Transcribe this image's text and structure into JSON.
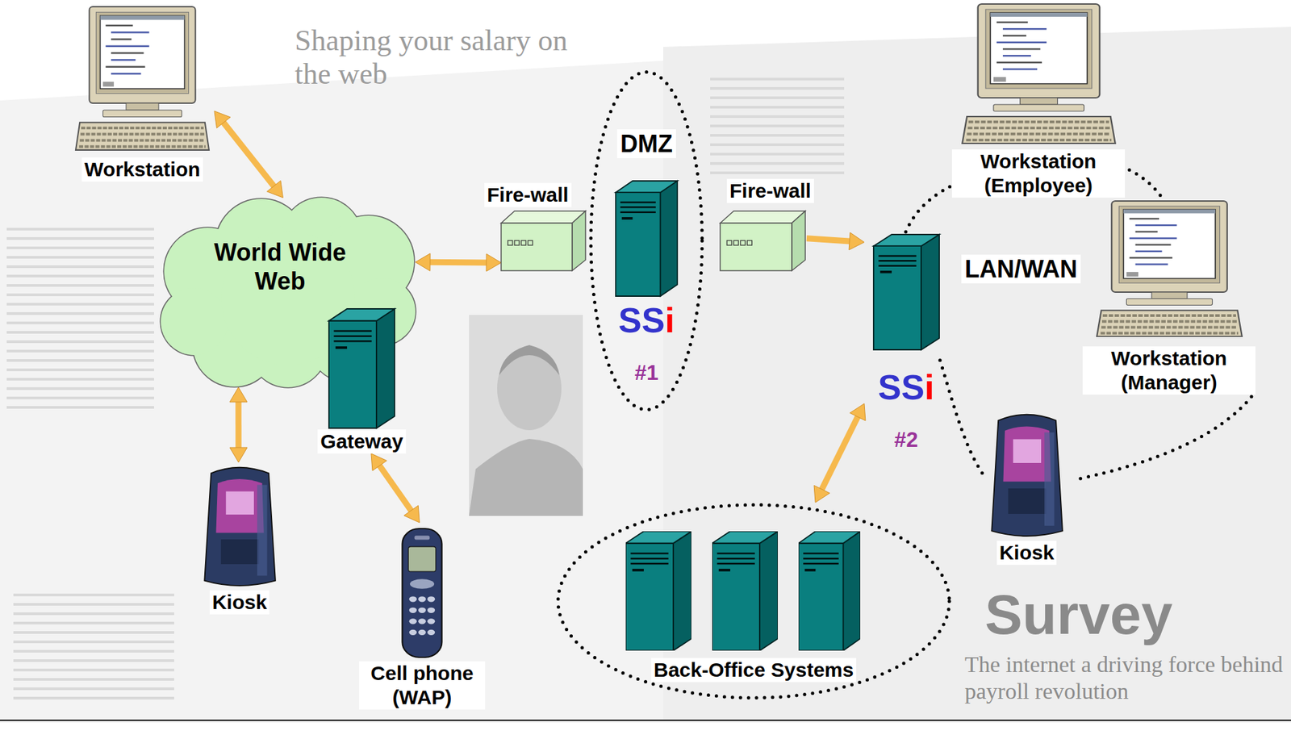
{
  "diagram": {
    "nodes": [
      {
        "text": [
          "Workstation"
        ]
      },
      {
        "text": [
          "World Wide Web"
        ]
      },
      {
        "text": [
          "Gateway"
        ]
      },
      {
        "text": [
          "Kiosk"
        ]
      },
      {
        "text": [
          "Cell phone (WAP)"
        ]
      },
      {
        "text": [
          "Fire-wall"
        ]
      },
      {
        "text": [
          "DMZ"
        ]
      },
      {
        "text": [
          "SSi",
          "#1"
        ],
        "in": 6
      },
      {
        "text": [
          "Fire-wall"
        ]
      },
      {
        "text": [
          "LAN/WAN"
        ]
      },
      {
        "text": [
          "Workstation (Employee)"
        ],
        "in": 9
      },
      {
        "text": [
          "SSi",
          "#2"
        ],
        "in": 9
      },
      {
        "text": [
          "Workstation (Manager)"
        ],
        "in": 9
      },
      {
        "text": [
          "Kiosk"
        ],
        "in": 9
      },
      {
        "text": [
          "Back-Office Systems"
        ]
      }
    ],
    "edges": [
      {
        "from": 0,
        "to": 1,
        "arrow": "both"
      },
      {
        "from": 1,
        "to": 3,
        "arrow": "both"
      },
      {
        "from": 1,
        "to": 5,
        "arrow": "both"
      },
      {
        "from": 2,
        "to": 4,
        "arrow": "both"
      },
      {
        "from": 8,
        "to": 11,
        "arrow": "to"
      },
      {
        "from": 11,
        "to": 14,
        "arrow": "both"
      }
    ],
    "labels": [
      "Shaping your salary on the web",
      "Survey",
      "The internet a driving force behind payroll revolution"
    ]
  }
}
